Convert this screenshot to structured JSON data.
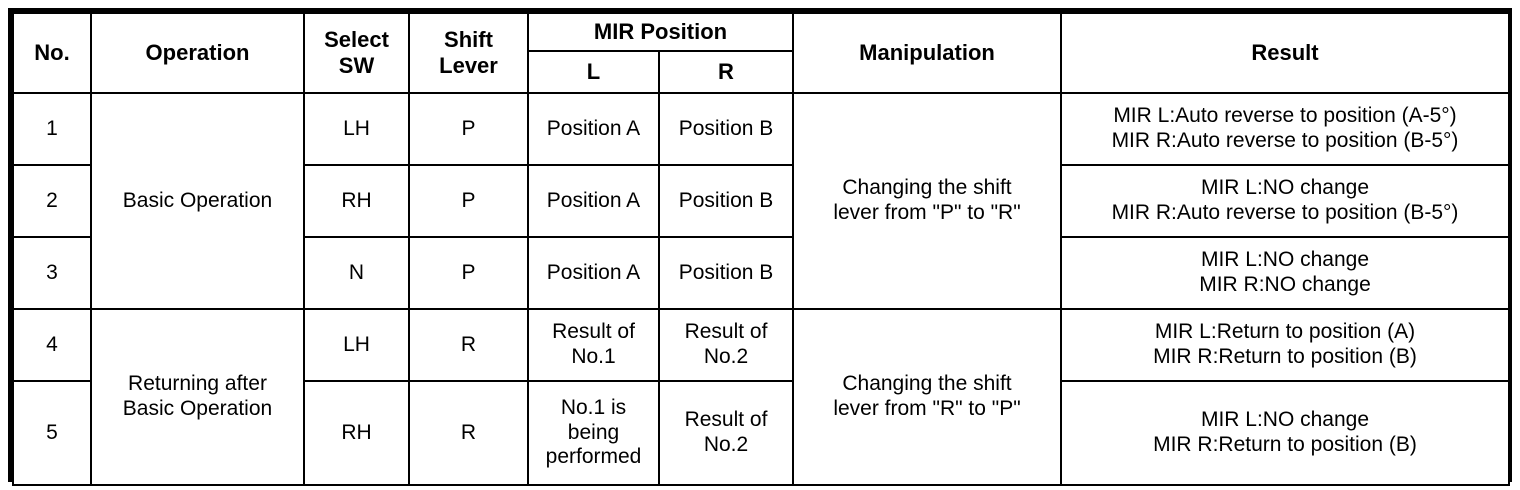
{
  "table": {
    "headers": {
      "no": "No.",
      "operation": "Operation",
      "select_sw": "Select\nSW",
      "shift_lever": "Shift\nLever",
      "mir_position": "MIR Position",
      "mir_l": "L",
      "mir_r": "R",
      "manipulation": "Manipulation",
      "result": "Result"
    },
    "groups": [
      {
        "operation": "Basic Operation",
        "manipulation": "Changing the shift\nlever from \"P\" to \"R\"",
        "rows": [
          {
            "no": "1",
            "select_sw": "LH",
            "shift_lever": "P",
            "mir_l": "Position A",
            "mir_r": "Position B",
            "result": "MIR L:Auto reverse to position (A-5°)\nMIR R:Auto reverse to position (B-5°)"
          },
          {
            "no": "2",
            "select_sw": "RH",
            "shift_lever": "P",
            "mir_l": "Position A",
            "mir_r": "Position B",
            "result": "MIR L:NO change\nMIR R:Auto reverse to position (B-5°)"
          },
          {
            "no": "3",
            "select_sw": "N",
            "shift_lever": "P",
            "mir_l": "Position A",
            "mir_r": "Position B",
            "result": "MIR L:NO change\nMIR R:NO change"
          }
        ]
      },
      {
        "operation": "Returning after\nBasic Operation",
        "manipulation": "Changing the shift\nlever from \"R\" to \"P\"",
        "rows": [
          {
            "no": "4",
            "select_sw": "LH",
            "shift_lever": "R",
            "mir_l": "Result of\nNo.1",
            "mir_r": "Result of\nNo.2",
            "result": "MIR L:Return to position (A)\nMIR R:Return to position (B)"
          },
          {
            "no": "5",
            "select_sw": "RH",
            "shift_lever": "R",
            "mir_l": "No.1 is\nbeing\nperformed",
            "mir_r": "Result of\nNo.2",
            "result": "MIR L:NO change\nMIR R:Return to position (B)"
          }
        ]
      }
    ]
  },
  "colors": {
    "border": "#000000",
    "background": "#ffffff",
    "text": "#000000"
  }
}
